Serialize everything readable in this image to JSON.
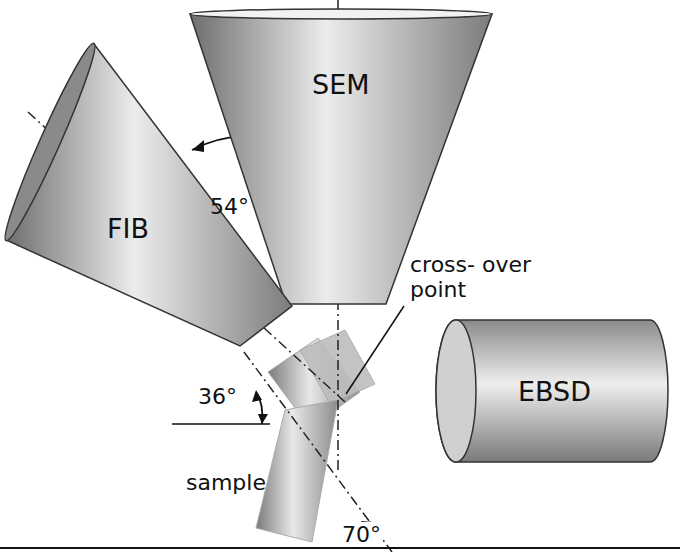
{
  "diagram": {
    "nodes": [
      {
        "text": [
          "SEM"
        ]
      },
      {
        "text": [
          "FIB"
        ]
      },
      {
        "text": [
          "EBSD"
        ]
      }
    ],
    "labels": [
      "54°",
      "cross- over point",
      "36°",
      "sample",
      "70°"
    ]
  }
}
